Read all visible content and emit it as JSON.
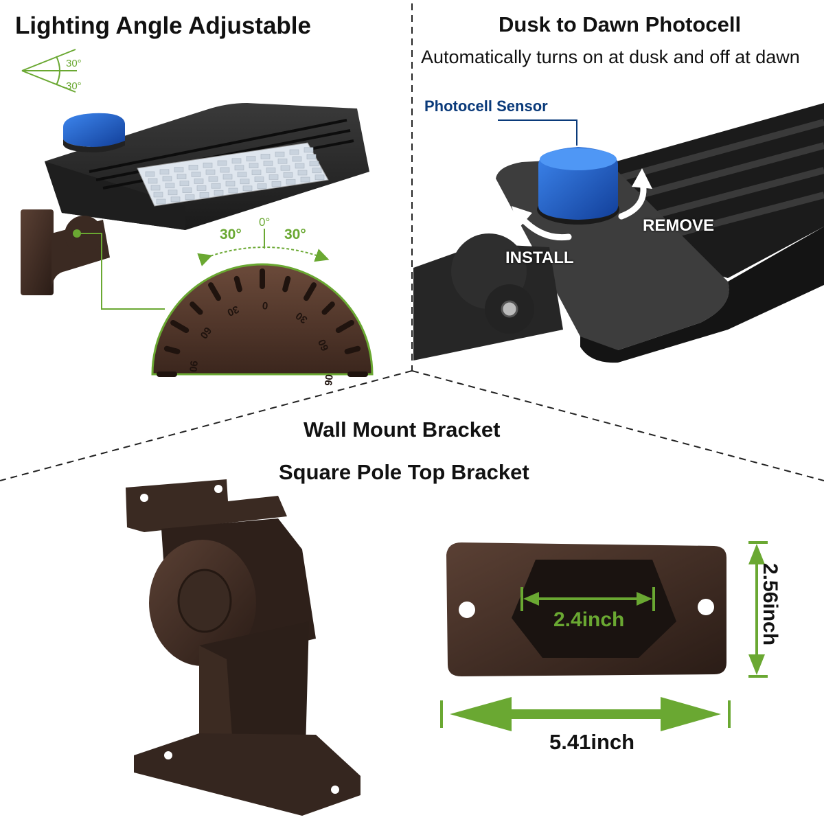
{
  "panels": {
    "angle": {
      "title": "Lighting Angle Adjustable",
      "icon_upper": "30°",
      "icon_lower": "30°",
      "dial_left": "30°",
      "dial_center": "0°",
      "dial_right": "30°",
      "dial_markings": [
        "90",
        "60",
        "30",
        "0",
        "30",
        "60",
        "90"
      ]
    },
    "photocell": {
      "title": "Dusk to Dawn Photocell",
      "subtitle": "Automatically turns on at dusk and off at dawn",
      "sensor_label": "Photocell Sensor",
      "remove_label": "REMOVE",
      "install_label": "INSTALL"
    },
    "bracket": {
      "title_1": "Wall Mount Bracket",
      "title_2": "Square Pole Top Bracket",
      "inner_width": "2.4inch",
      "height": "2.56inch",
      "width": "5.41inch"
    }
  },
  "colors": {
    "accent_green": "#6aa832",
    "photocell_label": "#0a3a7a",
    "sensor_blue": "#1f5fd0",
    "bronze": "#3a2a22",
    "fixture_dark": "#2b2b2b"
  },
  "icons": [
    "angle-icon",
    "install-arrow-icon",
    "remove-arrow-icon",
    "dimension-arrow-icon"
  ]
}
